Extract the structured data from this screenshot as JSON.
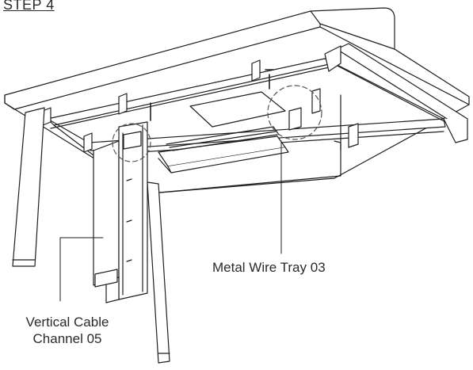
{
  "step": {
    "title": "STEP 4"
  },
  "labels": {
    "tray": "Metal Wire Tray 03",
    "channel_line1": "Vertical Cable",
    "channel_line2": "Channel 05"
  },
  "colors": {
    "line": "#1f1f1f",
    "background": "#ffffff",
    "dashed": "#555555"
  }
}
